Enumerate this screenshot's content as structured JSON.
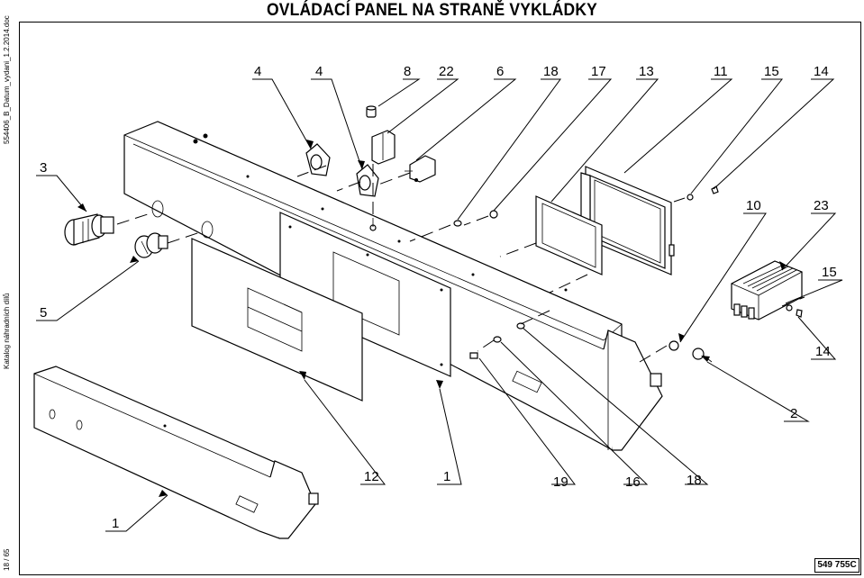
{
  "title": "OVLÁDACÍ PANEL NA STRANĚ VYKLÁDKY",
  "side_texts": {
    "document": "554406_B_Datum_vydani_1.2.2014.doc",
    "catalog": "Katalog náhradních dílů",
    "page": "18 / 65"
  },
  "drawing_number": "549 755C",
  "callouts": [
    "4",
    "4",
    "8",
    "22",
    "6",
    "18",
    "17",
    "13",
    "11",
    "15",
    "14",
    "3",
    "10",
    "23",
    "15",
    "5",
    "14",
    "2",
    "12",
    "1",
    "19",
    "16",
    "18",
    "1"
  ]
}
